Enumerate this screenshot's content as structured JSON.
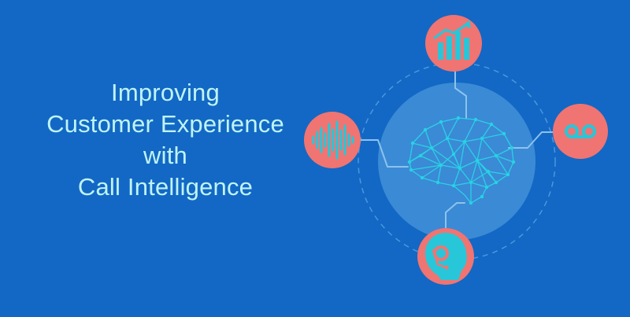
{
  "headline": {
    "lines": [
      "Improving",
      "Customer Experience",
      "with",
      "Call Intelligence"
    ]
  },
  "colors": {
    "background": "#1268c4",
    "headline_text": "#bff3f7",
    "node_fill": "#f07472",
    "icon_cyan": "#27c7d9",
    "halo_fill": "#3b8ad6",
    "halo_ring": "#4b97de",
    "connector": "#8cc3ec"
  },
  "icons": {
    "top": "bar-chart-growth-icon",
    "right": "voicemail-icon",
    "bottom": "call-center-agent-icon",
    "left": "sound-wave-icon",
    "center": "ai-brain-icon"
  }
}
